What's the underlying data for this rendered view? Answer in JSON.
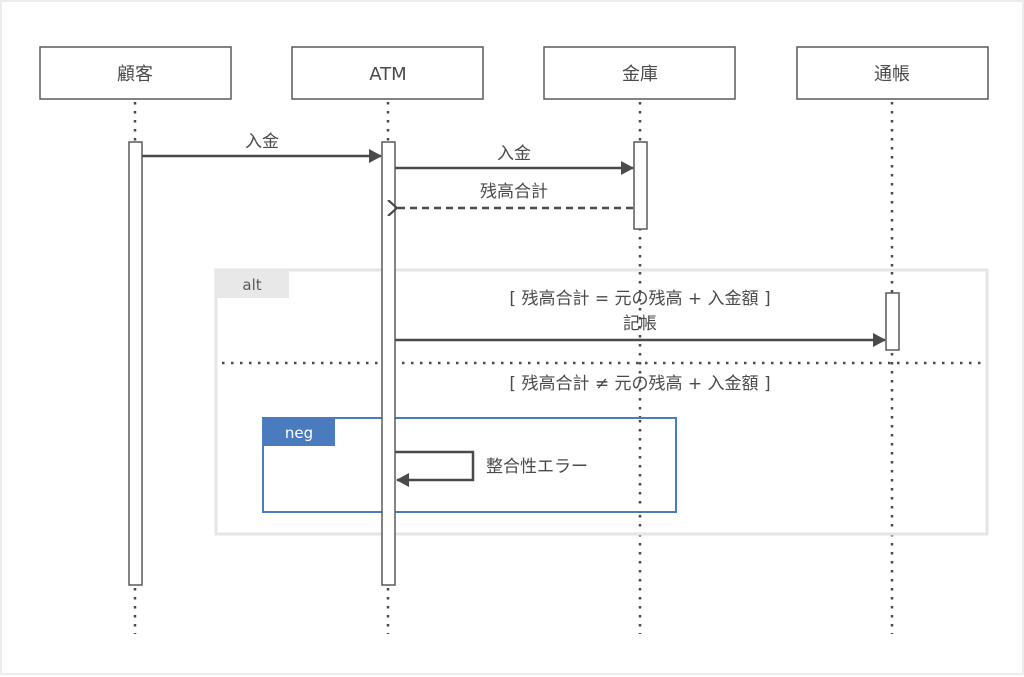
{
  "diagram": {
    "type": "sequence",
    "participants": [
      {
        "id": "customer",
        "label": "顧客"
      },
      {
        "id": "atm",
        "label": "ATM"
      },
      {
        "id": "safe",
        "label": "金庫"
      },
      {
        "id": "passbook",
        "label": "通帳"
      }
    ],
    "messages": [
      {
        "from": "customer",
        "to": "atm",
        "label": "入金",
        "kind": "sync"
      },
      {
        "from": "atm",
        "to": "safe",
        "label": "入金",
        "kind": "sync"
      },
      {
        "from": "safe",
        "to": "atm",
        "label": "残高合計",
        "kind": "reply"
      },
      {
        "from": "atm",
        "to": "passbook",
        "label": "記帳",
        "kind": "sync"
      },
      {
        "from": "atm",
        "to": "atm",
        "label": "整合性エラー",
        "kind": "self"
      }
    ],
    "fragments": {
      "alt": {
        "label": "alt",
        "guard1": "[ 残高合計 = 元の残高 + 入金額 ]",
        "guard2": "[ 残高合計 ≠ 元の残高 + 入金額 ]"
      },
      "neg": {
        "label": "neg"
      }
    },
    "colors": {
      "line": "#4a4a4a",
      "alt_frame": "#e5e5e5",
      "neg_frame": "#4a7bbf",
      "neg_label_text": "#ffffff"
    }
  }
}
